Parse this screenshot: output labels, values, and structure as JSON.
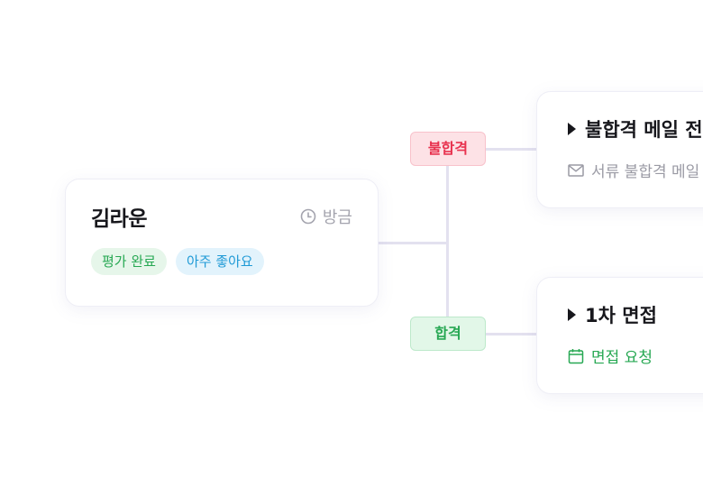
{
  "candidate": {
    "name": "김라운",
    "time": "방금",
    "tags": [
      "평가 완료",
      "아주 좋아요"
    ]
  },
  "branches": {
    "fail": {
      "label": "불합격"
    },
    "pass": {
      "label": "합격"
    }
  },
  "actions": [
    {
      "title": "불합격 메일 전",
      "subtitle": "서류 불합격 메일",
      "icon": "mail-icon"
    },
    {
      "title": "1차 면접",
      "subtitle": "면접 요청",
      "icon": "calendar-icon"
    }
  ],
  "colors": {
    "fail": "#e8334f",
    "pass": "#27a853",
    "info": "#1f9ad6",
    "connector": "#e3e1ef"
  }
}
